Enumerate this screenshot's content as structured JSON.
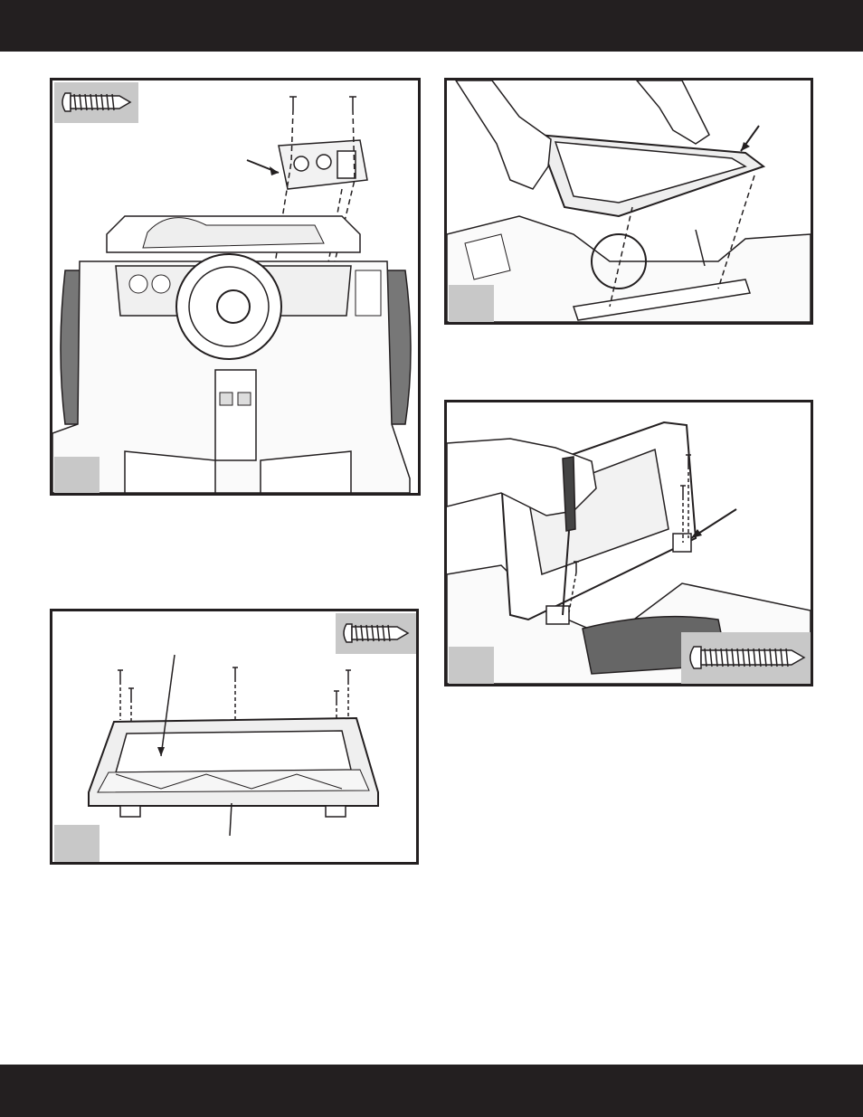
{
  "page": {
    "header_band_color": "#231f20",
    "footer_band_color": "#231f20",
    "panel_border_color": "#231f20",
    "callout_fill_color": "#c8c8c8"
  },
  "panels": [
    {
      "id": "dashboard-install",
      "step_number": "",
      "icon": "screw-icon"
    },
    {
      "id": "windshield-frame-lowering",
      "step_number": "",
      "icon": "hands-icon"
    },
    {
      "id": "windshield-frame-parts",
      "step_number": "",
      "icon": "screw-icon"
    },
    {
      "id": "windshield-hinge-screwing",
      "step_number": "",
      "icon": "screwdriver-icon"
    }
  ]
}
